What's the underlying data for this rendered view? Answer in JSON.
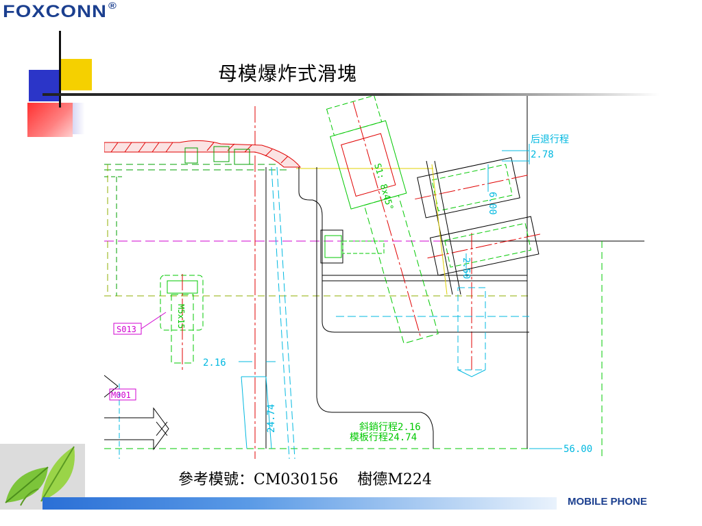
{
  "header": {
    "logo_text": "FOXCONN",
    "logo_mark": "®",
    "title": "母模爆炸式滑塊"
  },
  "drawing": {
    "labels": {
      "retreat_stroke_label": "后退行程",
      "retreat_stroke_value": "2.78",
      "dim_2_16": "2.16",
      "dim_24_74": "24.74",
      "angle_pin_stroke": "斜銷行程2.16",
      "plate_stroke": "模板行程24.74",
      "dim_56": "56.00",
      "part_s013": "S013",
      "part_m001": "M001",
      "dim_6_00": "6.00",
      "dim_2_50": "2.50",
      "rotated_label_1": "S1: 8x45°",
      "rotated_label_2": "M5x15"
    },
    "colors": {
      "green": "#00c800",
      "cyan": "#00b8e0",
      "red": "#e00000",
      "magenta": "#d000d0",
      "yellow": "#e0d000",
      "black": "#000000"
    }
  },
  "footer": {
    "reference_label": "參考模號：",
    "reference_value": "CM030156",
    "reference_extra": "樹德M224",
    "category": "MOBILE PHONE"
  },
  "icons": {
    "decor": "color-squares-icon",
    "leaf": "leaf-icon"
  }
}
